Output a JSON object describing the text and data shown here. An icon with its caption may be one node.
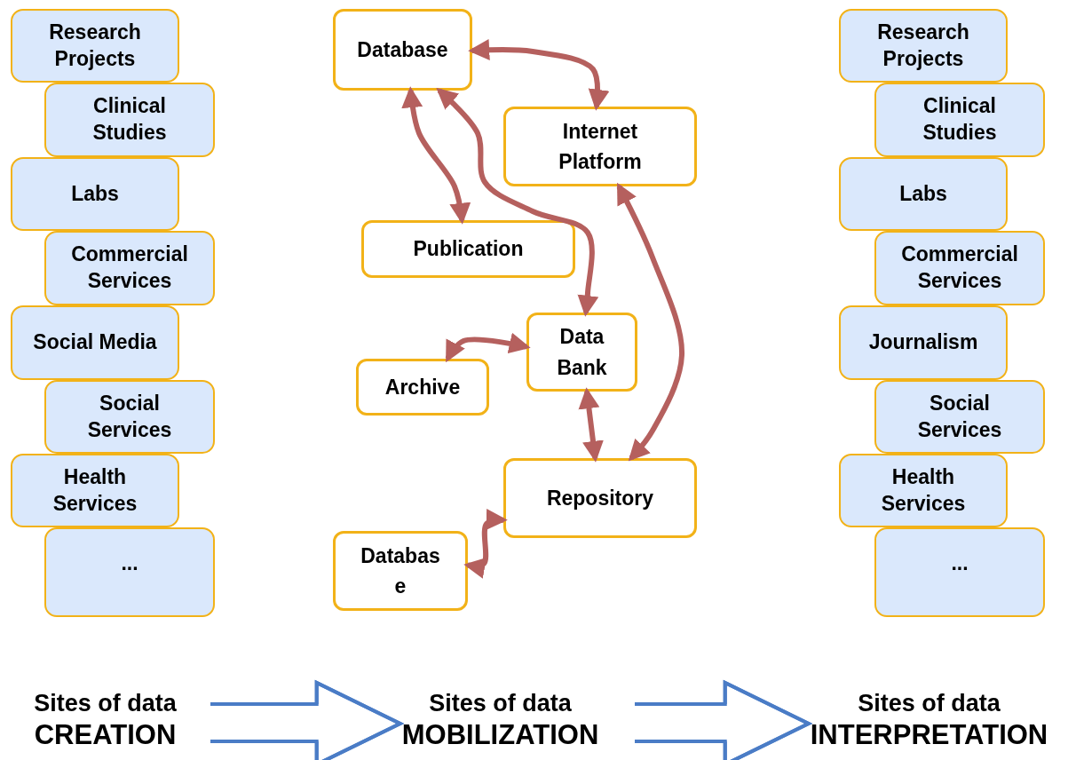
{
  "diagram": {
    "nodes": [
      {
        "text": [
          "Research Projects"
        ]
      },
      {
        "text": [
          "Clinical Studies"
        ]
      },
      {
        "text": [
          "Labs"
        ]
      },
      {
        "text": [
          "Commercial Services"
        ]
      },
      {
        "text": [
          "Social Media"
        ]
      },
      {
        "text": [
          "Social Services"
        ]
      },
      {
        "text": [
          "Health Services"
        ]
      },
      {
        "text": [
          "..."
        ]
      },
      {
        "text": [
          "Database"
        ]
      },
      {
        "text": [
          "Internet Platform"
        ]
      },
      {
        "text": [
          "Publication"
        ]
      },
      {
        "text": [
          "Data Bank"
        ]
      },
      {
        "text": [
          "Archive"
        ]
      },
      {
        "text": [
          "Repository"
        ]
      },
      {
        "text": [
          "Databas e"
        ]
      },
      {
        "text": [
          "Research Projects"
        ]
      },
      {
        "text": [
          "Clinical Studies"
        ]
      },
      {
        "text": [
          "Labs"
        ]
      },
      {
        "text": [
          "Commercial Services"
        ]
      },
      {
        "text": [
          "Journalism"
        ]
      },
      {
        "text": [
          "Social Services"
        ]
      },
      {
        "text": [
          "Health Services"
        ]
      },
      {
        "text": [
          "..."
        ]
      },
      {
        "text": [
          "Sites of data",
          "CREATION"
        ]
      },
      {
        "text": [
          "Sites of data",
          "MOBILIZATION"
        ]
      },
      {
        "text": [
          "Sites of data",
          "INTERPRETATION"
        ]
      }
    ],
    "edges": [
      {
        "from": 8,
        "to": 9,
        "arrow": "both"
      },
      {
        "from": 8,
        "to": 10,
        "arrow": "both"
      },
      {
        "from": 8,
        "to": 11,
        "arrow": "both"
      },
      {
        "from": 12,
        "to": 11,
        "arrow": "both"
      },
      {
        "from": 11,
        "to": 13,
        "arrow": "both"
      },
      {
        "from": 9,
        "to": 13,
        "arrow": "both"
      },
      {
        "from": 13,
        "to": 14,
        "arrow": "both"
      },
      {
        "from": 23,
        "to": 24,
        "arrow": "to",
        "color": "#4a7cc6"
      },
      {
        "from": 24,
        "to": 25,
        "arrow": "to",
        "color": "#4a7cc6"
      }
    ]
  }
}
